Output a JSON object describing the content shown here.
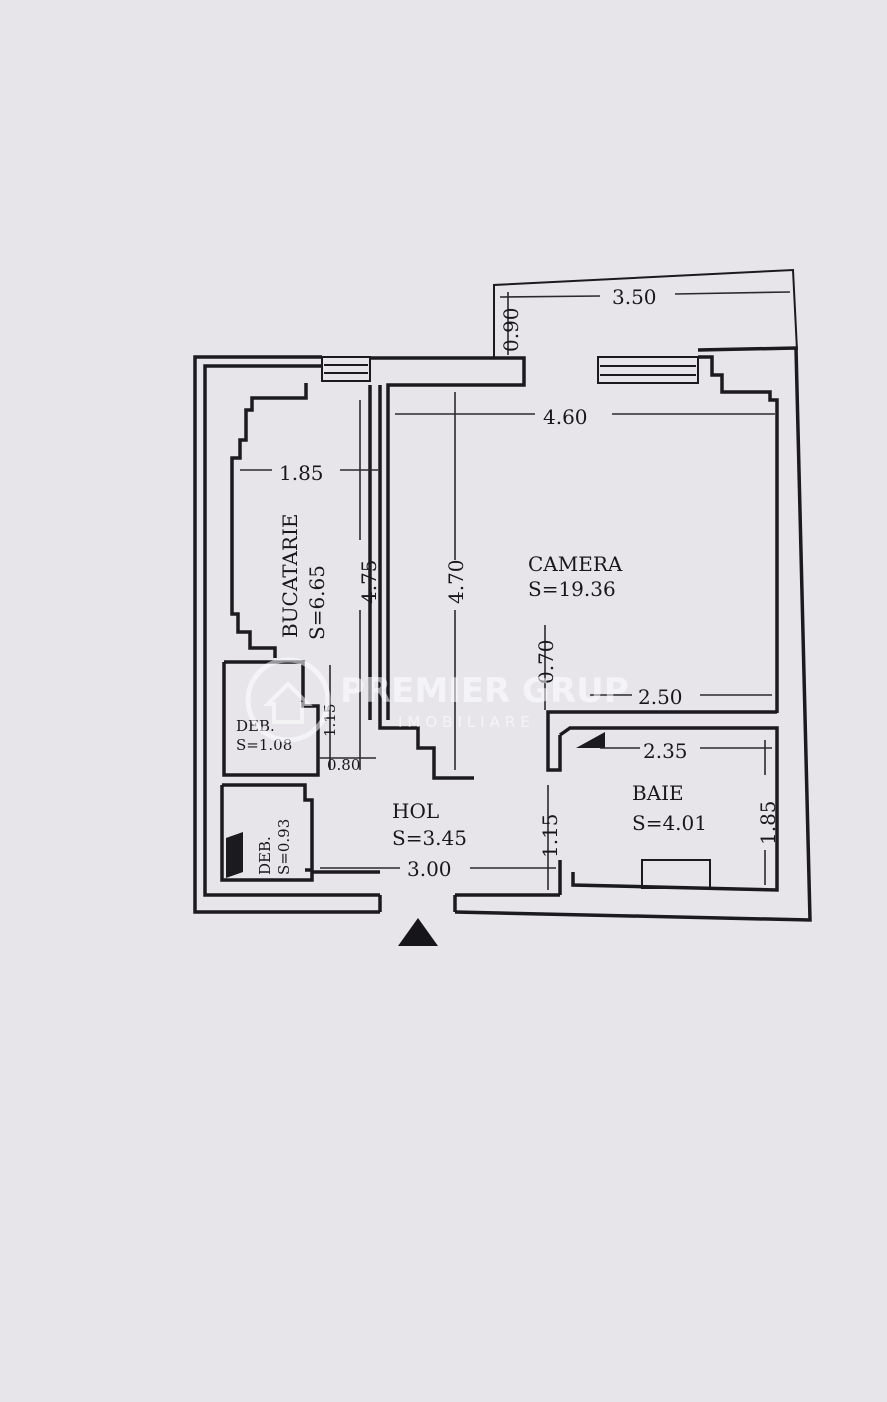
{
  "rooms": {
    "camera": {
      "name": "CAMERA",
      "area": "S=19.36"
    },
    "bucatarie": {
      "name": "BUCATARIE",
      "area": "S=6.65"
    },
    "hol": {
      "name": "HOL",
      "area": "S=3.45"
    },
    "baie": {
      "name": "BAIE",
      "area": "S=4.01"
    },
    "deb_upper": {
      "name": "DEB.",
      "area": "S=1.08"
    },
    "deb_lower": {
      "name": "DEB.",
      "area": "S=0.93"
    }
  },
  "dimensions": {
    "balcony_width": "3.50",
    "balcony_depth": "0.90",
    "camera_width": "4.60",
    "camera_height": "4.70",
    "kitchen_width": "1.85",
    "kitchen_height": "4.75",
    "camera_inner": "2.50",
    "camera_step": "0.70",
    "baie_width": "2.35",
    "baie_height": "1.85",
    "baie_door": "1.15",
    "hol_width": "3.00",
    "deb_upper_height": "1.15",
    "hol_step": "0.80"
  },
  "watermark": {
    "brand": "PREMIER GRUP",
    "sub": "IMOBILIARE"
  },
  "colors": {
    "paper": "#e7e5ea",
    "ink": "#1b1b1f"
  }
}
